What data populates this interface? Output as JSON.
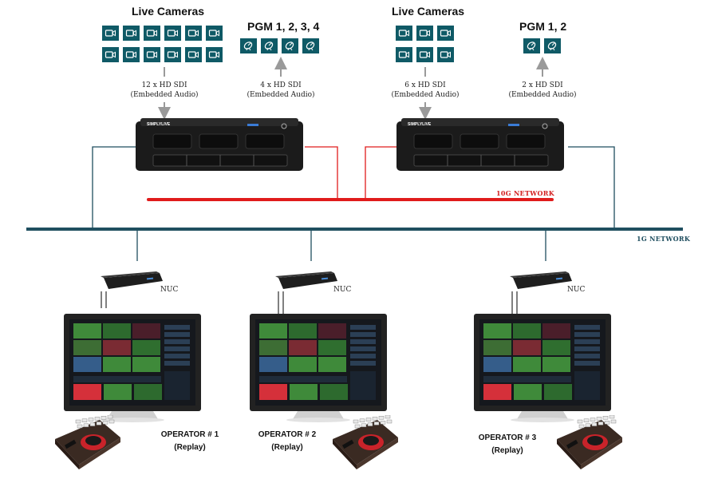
{
  "colors": {
    "tile": "#0f5a66",
    "net_1g": "#1f4e5f",
    "net_10g": "#e01c1c",
    "arrow": "#9a9a9a",
    "netlabel_10g": "#d32020",
    "netlabel_1g": "#1f4e5f"
  },
  "left_site": {
    "cameras_heading": "Live Cameras",
    "camera_count": 12,
    "camera_link": {
      "line1": "12 x HD SDI",
      "line2": "(Embedded Audio)"
    },
    "pgm_heading": "PGM 1, 2, 3, 4",
    "pgm_count": 4,
    "pgm_link": {
      "line1": "4 x HD SDI",
      "line2": "(Embedded Audio)"
    },
    "icon_camera": "video-camera-icon",
    "icon_pgm": "satellite-dish-icon"
  },
  "right_site": {
    "cameras_heading": "Live Cameras",
    "camera_count": 6,
    "camera_link": {
      "line1": "6 x HD SDI",
      "line2": "(Embedded Audio)"
    },
    "pgm_heading": "PGM 1, 2",
    "pgm_count": 2,
    "pgm_link": {
      "line1": "2 x HD SDI",
      "line2": "(Embedded Audio)"
    }
  },
  "networks": {
    "ten_g": "10G NETWORK",
    "one_g": "1G NETWORK"
  },
  "server_brand": "SIMPLYLIVE",
  "nuc_label": "NUC",
  "operators": [
    {
      "line1": "OPERATOR # 1",
      "line2": "(Replay)"
    },
    {
      "line1": "OPERATOR # 2",
      "line2": "(Replay)"
    },
    {
      "line1": "OPERATOR # 3",
      "line2": "(Replay)"
    }
  ]
}
